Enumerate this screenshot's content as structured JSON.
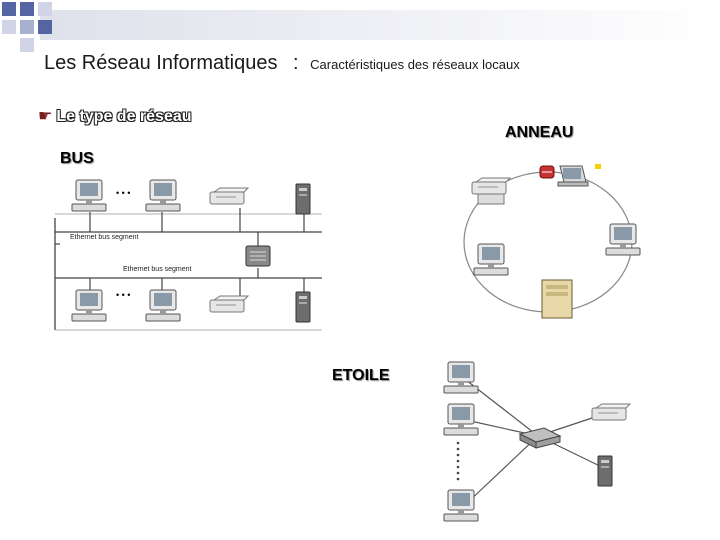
{
  "slide": {
    "title": "Les Réseau Informatiques",
    "separator": ":",
    "subtitle": "Caractéristiques des réseaux locaux",
    "bullet": "Le type de réseau",
    "icons": {
      "bullet_icon": "pointing-hand-icon",
      "corner_decoration": "grid-squares-icon"
    }
  },
  "diagrams": {
    "bus": {
      "label": "BUS",
      "segment_1_label": "Ethernet bus segment",
      "segment_2_label": "Ethernet bus segment",
      "ellipsis_1": "• • •",
      "ellipsis_2": "• • •"
    },
    "anneau": {
      "label": "ANNEAU"
    },
    "etoile": {
      "label": "ETOILE"
    }
  }
}
